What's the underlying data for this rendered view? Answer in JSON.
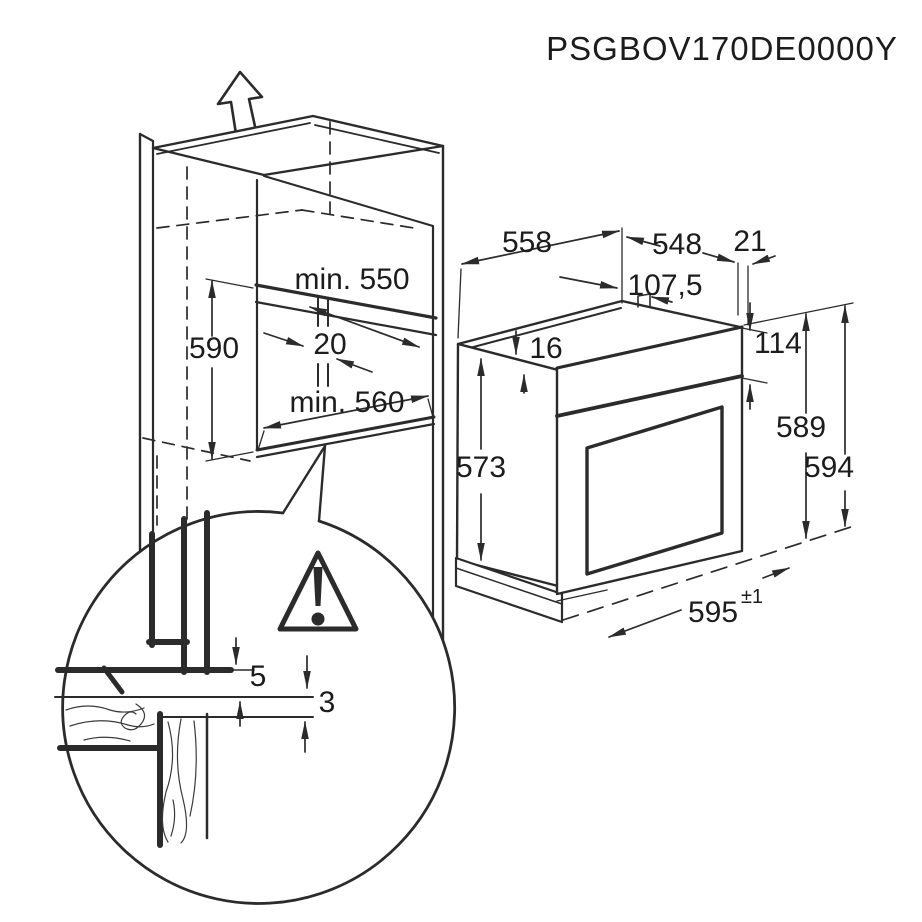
{
  "title": "PSGBOV170DE0000Y",
  "colors": {
    "line": "#2b2b2b",
    "text": "#1c1c1c",
    "background": "#ffffff"
  },
  "cabinet": {
    "niche_height": "590",
    "niche_depth": "min. 550",
    "rear_gap": "20",
    "niche_width": "min. 560"
  },
  "oven": {
    "top_depth": "558",
    "upper_depth": "548",
    "front_overhang": "21",
    "rear_offset": "107,5",
    "top_clearance": "16",
    "control_panel_height": "114",
    "carcass_height": "573",
    "front_height": "589",
    "total_height": "594",
    "front_width": "595",
    "front_width_tolerance": "±1"
  },
  "detail_view": {
    "upper_gap": "5",
    "lower_gap": "3"
  },
  "icons": {
    "lift_arrow": "up-block-arrow",
    "warning": "warning-triangle-exclamation"
  }
}
